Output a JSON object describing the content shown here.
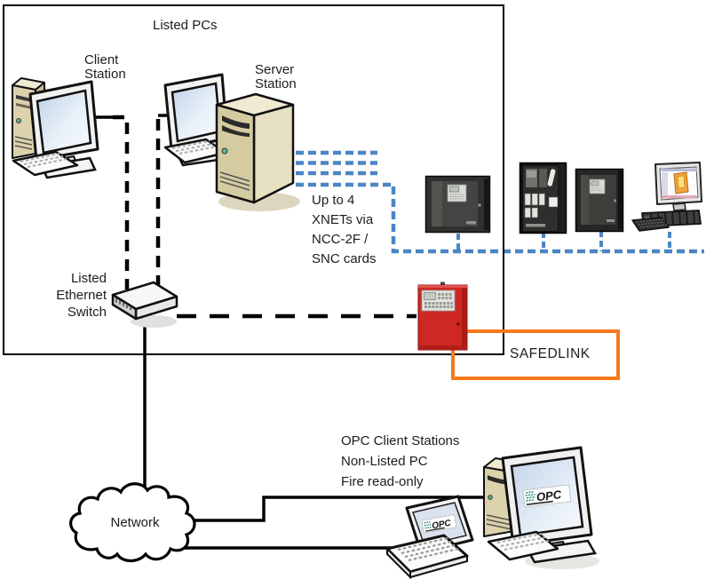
{
  "labels": {
    "listed_pcs": "Listed PCs",
    "client_station": "Client\nStation",
    "server_station": "Server\nStation",
    "ethernet_switch": "Listed\nEthernet\nSwitch",
    "xnet_note": "Up to 4\nXNETs via\nNCC-2F /\nSNC cards",
    "safedlink": "SAFEDLINK",
    "network": "Network",
    "opc_note": "OPC Client Stations\nNon-Listed PC\nFire read-only",
    "opc_logo": "OPC"
  },
  "colors": {
    "connector_black": "#000000",
    "xnet_blue": "#4A85C4",
    "safedlink_orange": "#F87A1C",
    "fire_panel_red": "#CE2824",
    "computer_beige": "#DCD2AC"
  },
  "devices": {
    "client-station": "desktop PC with monitor, tower and keyboard",
    "server-station": "server PC with monitor, keyboard and large tower",
    "ethernet-switch": "listed ethernet switch",
    "fire-panel-1": "black fire alarm control panel",
    "fire-panel-open": "black fire alarm panel with open door",
    "fire-panel-2": "black fire alarm control panel",
    "fire-workstation": "graphic workstation with CRT monitor",
    "safedlink-panel": "red SAFEDLINK fire alarm panel",
    "network-cloud": "network cloud",
    "opc-desktop": "OPC client desktop PC",
    "opc-laptop": "OPC client laptop"
  }
}
